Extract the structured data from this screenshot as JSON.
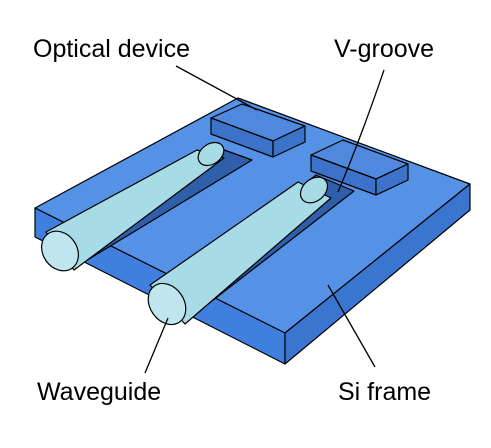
{
  "labels": {
    "optical_device": "Optical device",
    "v_groove": "V-groove",
    "waveguide": "Waveguide",
    "si_frame": "Si frame"
  },
  "colors": {
    "frame_top": "#5592e6",
    "frame_left": "#3f7fde",
    "frame_right": "#3a76cf",
    "device_top": "#4f88dc",
    "device_side": "#3c73c8",
    "fiber": "#a7dbe6",
    "fiber_end": "#bfe6ef",
    "groove_dark": "#2f5fa8"
  }
}
